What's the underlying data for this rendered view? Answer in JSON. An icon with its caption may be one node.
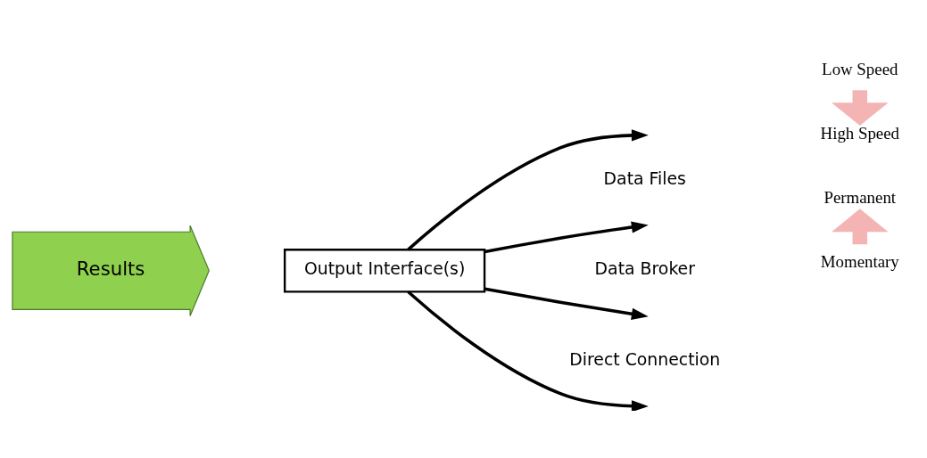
{
  "diagram": {
    "nodes": [
      {
        "text": [
          "Results"
        ]
      },
      {
        "text": [
          "Output Interface(s)"
        ]
      }
    ],
    "edges": [
      {
        "from": 1,
        "to": null,
        "arrow": "to"
      },
      {
        "from": 1,
        "to": null,
        "arrow": "to"
      },
      {
        "from": 1,
        "to": null,
        "arrow": "to"
      },
      {
        "from": 1,
        "to": null,
        "arrow": "to"
      }
    ],
    "labels": [
      "Low Speed",
      "Permanent",
      "Data Files",
      "Data Broker",
      "Direct Connection",
      "High Speed",
      "Momentary"
    ]
  }
}
